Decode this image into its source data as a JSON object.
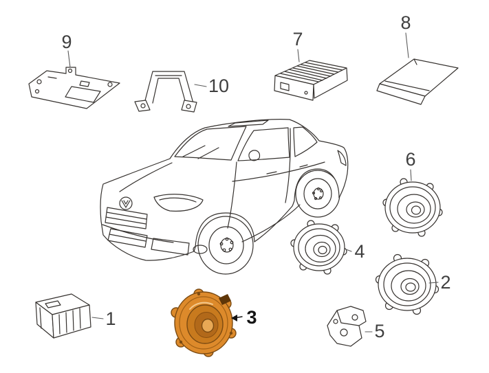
{
  "diagram": {
    "background_color": "#ffffff",
    "line_color": "#35312e",
    "accent_color": "#dd8a2b",
    "callouts": [
      "1",
      "2",
      "3",
      "4",
      "5",
      "6",
      "7",
      "8",
      "9",
      "10"
    ]
  }
}
